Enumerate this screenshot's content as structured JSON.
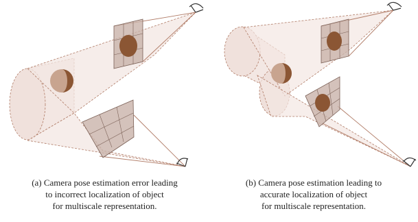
{
  "colors": {
    "frustum_fill": "#f3e7e3",
    "frustum_line": "#b07b66",
    "plane_fill": "#c9b3aa",
    "plane_line": "#7a5f55",
    "object_dark": "#8b5634",
    "object_light": "#c8a48f",
    "camera_line": "#333333"
  },
  "icons": [
    "camera-icon",
    "image-plane",
    "sphere-object",
    "cylinder-volume"
  ],
  "panels": [
    {
      "id": "a",
      "caption_lines": [
        "(a) Camera pose estimation error leading",
        "to incorrect localization of object",
        "for multiscale representation."
      ]
    },
    {
      "id": "b",
      "caption_lines": [
        "(b) Camera pose estimation leading to",
        "accurate localization of object",
        "for multiscale representation."
      ]
    }
  ]
}
